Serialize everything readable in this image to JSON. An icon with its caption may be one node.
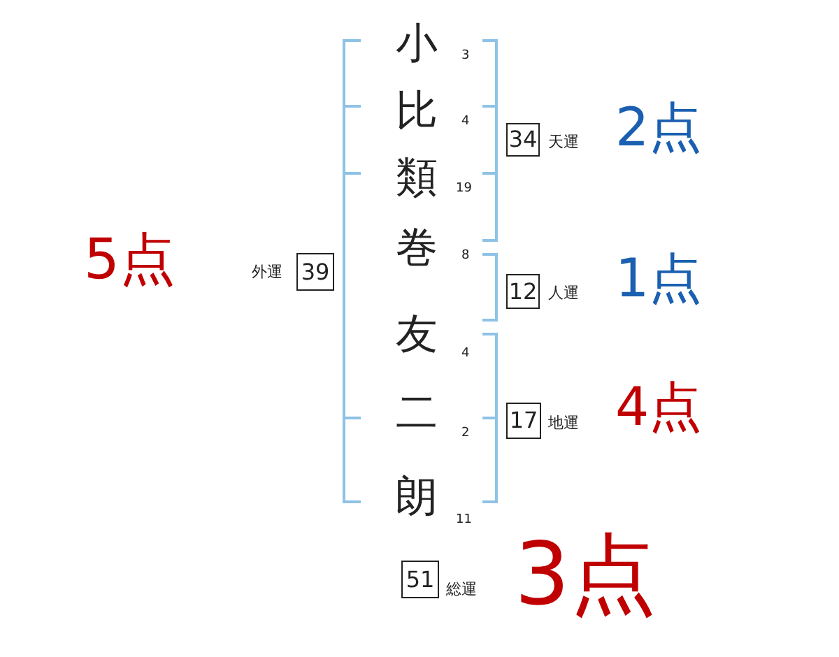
{
  "diagram": {
    "nodes": [
      {
        "text": [
          "34"
        ],
        "beside": [
          "天運"
        ]
      },
      {
        "text": [
          "39"
        ],
        "beside": [
          "外運"
        ]
      },
      {
        "text": [
          "12"
        ],
        "beside": [
          "人運"
        ]
      },
      {
        "text": [
          "17"
        ],
        "beside": [
          "地運"
        ]
      },
      {
        "text": [
          "51"
        ],
        "beside": [
          "総運"
        ]
      }
    ],
    "edges": [],
    "labels": [
      "小",
      "3",
      "比",
      "4",
      "2点",
      "類",
      "19",
      "5点",
      "巻",
      "8",
      "1点",
      "友",
      "4",
      "二",
      "2",
      "4点",
      "朗",
      "11",
      "3点"
    ]
  }
}
